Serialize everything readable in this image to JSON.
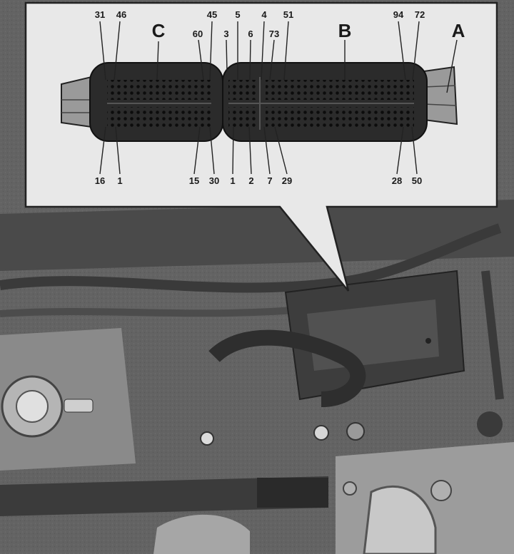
{
  "connectors": {
    "a_label": "A",
    "b_label": "B",
    "c_label": "C"
  },
  "pins_top": {
    "p31": "31",
    "p46": "46",
    "p60": "60",
    "p45": "45",
    "p3": "3",
    "p5": "5",
    "p6": "6",
    "p4": "4",
    "p73": "73",
    "p51": "51",
    "p94": "94",
    "p72": "72"
  },
  "pins_bottom": {
    "p16": "16",
    "p1a": "1",
    "p15": "15",
    "p30": "30",
    "p1b": "1",
    "p2": "2",
    "p7": "7",
    "p29": "29",
    "p28": "28",
    "p50": "50"
  },
  "colors": {
    "callout_bg": "#e9e9e9",
    "connector_body": "#2a2a2a",
    "engine_bay": "#6a6a6a"
  }
}
